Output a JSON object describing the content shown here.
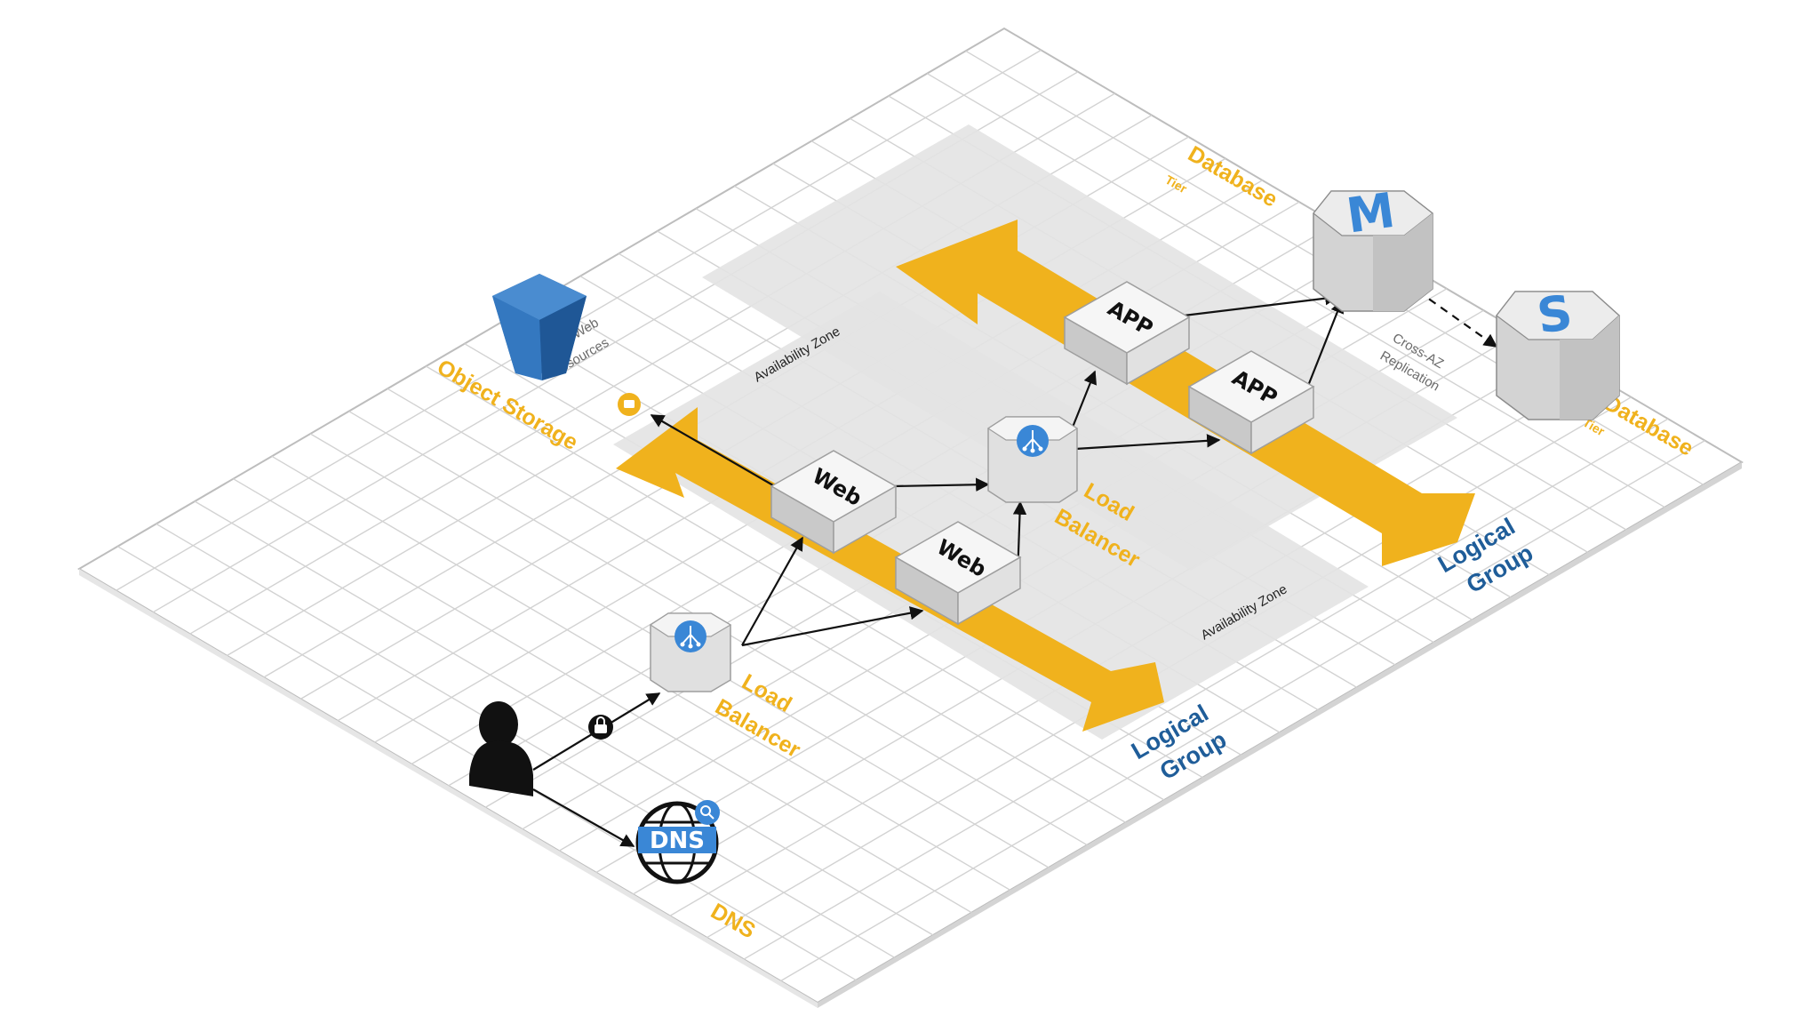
{
  "labels": {
    "object_storage": "Object Storage",
    "static_web_line1": "Static Web",
    "static_web_line2": "Resources",
    "database_top_main": "Database",
    "database_top_sub": "Tier",
    "database_right_main": "Database",
    "database_right_sub": "Tier",
    "cross_az_line1": "Cross-AZ",
    "cross_az_line2": "Replication",
    "az_top": "Availability Zone",
    "az_bottom": "Availability Zone",
    "lb_inner_line1": "Load",
    "lb_inner_line2": "Balancer",
    "lb_outer_line1": "Load",
    "lb_outer_line2": "Balancer",
    "logical_top_line1": "Logical",
    "logical_top_line2": "Group",
    "logical_bottom_line1": "Logical",
    "logical_bottom_line2": "Group",
    "dns_caption": "DNS",
    "dns_globe_text": "DNS"
  },
  "nodes": {
    "web_1": "Web",
    "web_2": "Web",
    "app_1": "APP",
    "app_2": "APP",
    "db_master": "M",
    "db_standby": "S"
  },
  "colors": {
    "accent_gold": "#f0b21d",
    "label_blue": "#1f5d99",
    "bucket_blue": "#2e6eb3",
    "lb_icon_blue": "#3a87d6",
    "grid_line": "#d2d2d2",
    "zone_grey": "#e3e3e3"
  },
  "icons": {
    "user": "user-icon",
    "lock": "lock-icon",
    "dns": "dns-globe-icon",
    "bucket": "bucket-icon",
    "load_balancer": "load-balancer-icon",
    "access_badge": "access-badge-icon"
  }
}
